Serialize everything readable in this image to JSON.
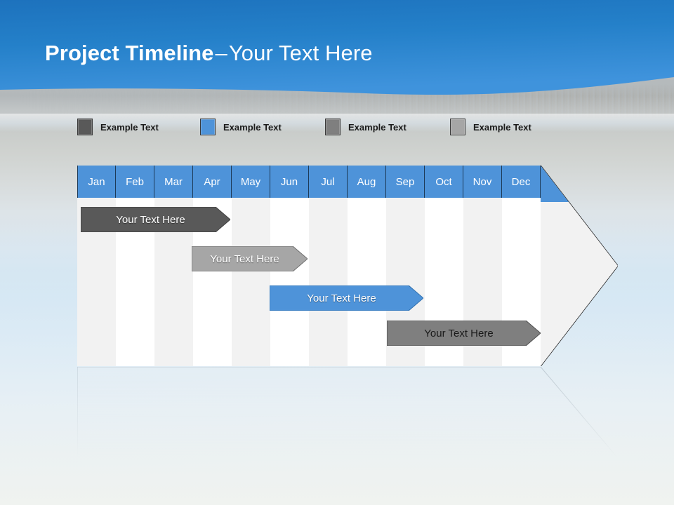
{
  "slide": {
    "title": {
      "strong": "Project Timeline",
      "dash": "–",
      "light": "Your Text Here"
    }
  },
  "legend": {
    "items": [
      {
        "label": "Example Text",
        "color": "#595959",
        "icon": "square-swatch-icon"
      },
      {
        "label": "Example Text",
        "color": "#4e93d9",
        "icon": "square-swatch-icon"
      },
      {
        "label": "Example Text",
        "color": "#7f7f7f",
        "icon": "square-swatch-icon"
      },
      {
        "label": "Example Text",
        "color": "#a6a6a6",
        "icon": "square-swatch-icon"
      }
    ]
  },
  "chart_data": {
    "type": "bar",
    "title": "Project Timeline",
    "xlabel": "",
    "ylabel": "",
    "categories": [
      "Jan",
      "Feb",
      "Mar",
      "Apr",
      "May",
      "Jun",
      "Jul",
      "Aug",
      "Sep",
      "Oct",
      "Nov",
      "Dec"
    ],
    "header_color": "#4e93d9",
    "header_text_color": "#ffffff",
    "column_fill_alt": "#f2f2f2",
    "column_fill_main": "#ffffff",
    "grid": true,
    "legend_position": "top",
    "tasks": [
      {
        "label": "Your  Text Here",
        "start_month": "Jan",
        "end_month": "Apr",
        "start_index": 0,
        "end_index": 3.9,
        "color": "#595959",
        "text_color": "#ffffff"
      },
      {
        "label": "Your  Text Here",
        "start_month": "Apr",
        "end_month": "Jun",
        "start_index": 3.0,
        "end_index": 5.95,
        "color": "#a6a6a6",
        "text_color": "#ffffff"
      },
      {
        "label": "Your  Text Here",
        "start_month": "Jun",
        "end_month": "Sep",
        "start_index": 5.0,
        "end_index": 8.95,
        "color": "#4e93d9",
        "text_color": "#ffffff"
      },
      {
        "label": "Your  Text Here",
        "start_month": "Sep",
        "end_month": "Dec",
        "start_index": 8.0,
        "end_index": 12.0,
        "color": "#7f7f7f",
        "text_color": "#1a1a1a"
      }
    ]
  }
}
